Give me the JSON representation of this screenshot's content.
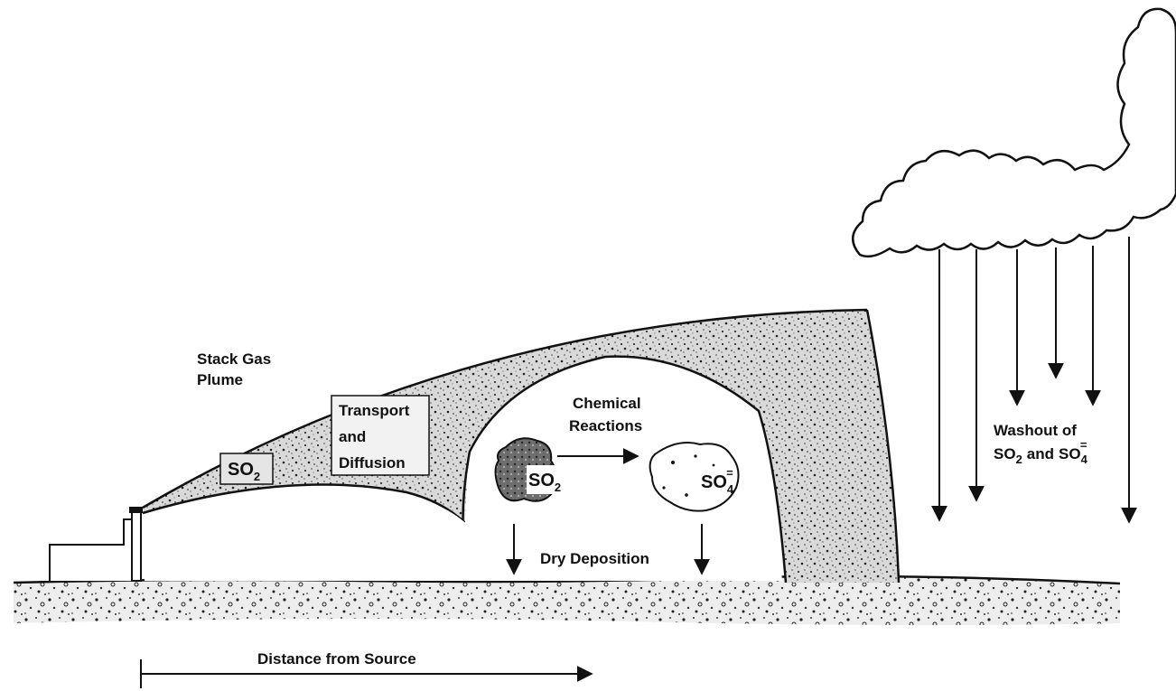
{
  "labels": {
    "stack_gas": "Stack Gas",
    "plume": "Plume",
    "transport": "Transport",
    "and": "and",
    "diffusion": "Diffusion",
    "chemical": "Chemical",
    "reactions": "Reactions",
    "dry_deposition": "Dry Deposition",
    "washout_of": "Washout of",
    "so2_and": "and",
    "distance": "Distance from Source"
  },
  "species": {
    "so": "SO",
    "so2_sub": "2",
    "so4_sub": "4",
    "so4_sup": "="
  },
  "colors": {
    "ink": "#111111",
    "background": "#ffffff"
  }
}
